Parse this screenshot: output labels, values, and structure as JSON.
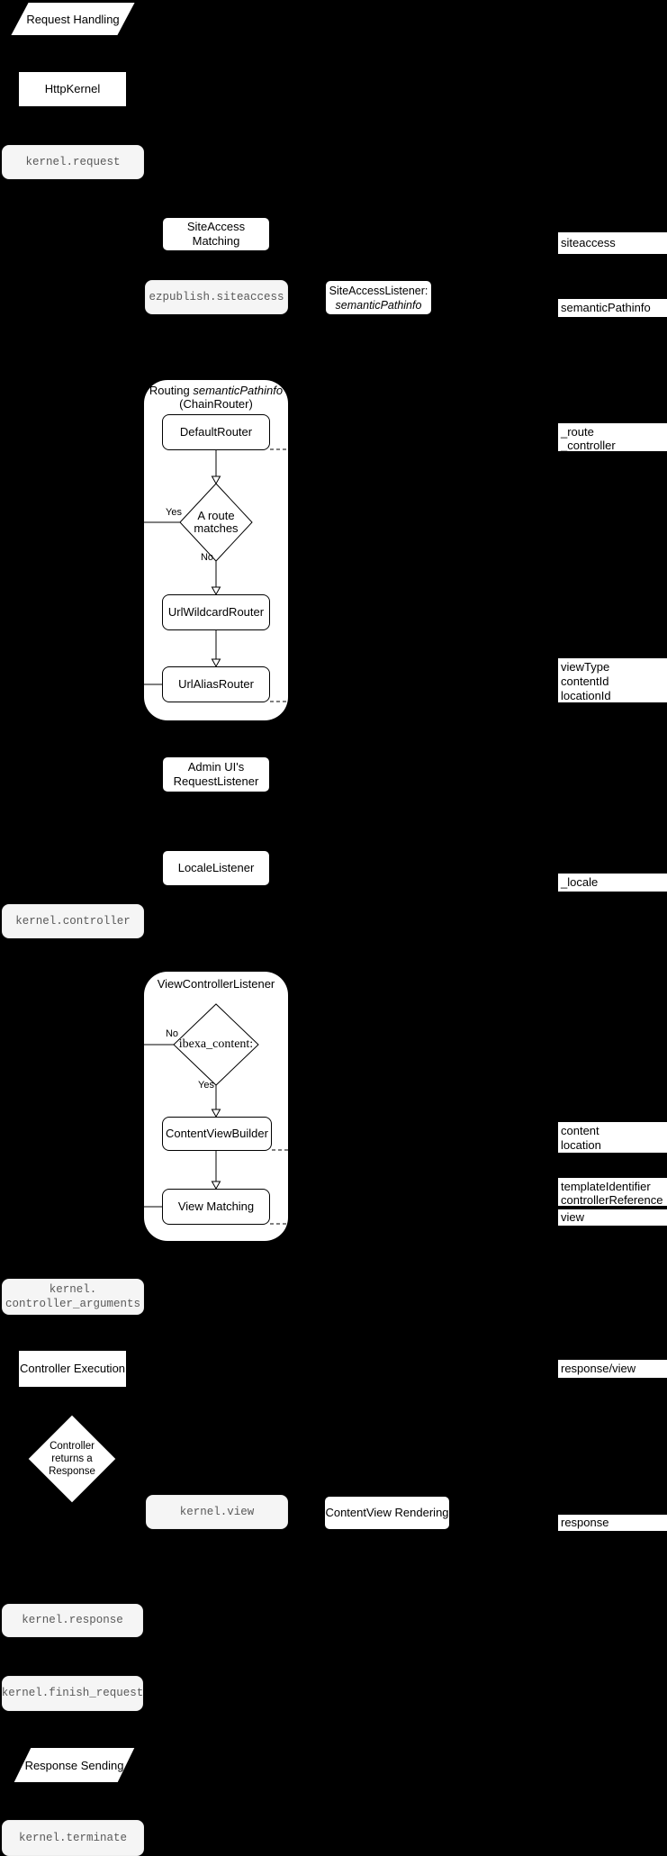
{
  "diagram": {
    "background": "#000000",
    "palette": {
      "event_fill": "#f5f5f5",
      "event_text": "#595959",
      "shape_fill": "#ffffff",
      "shape_stroke": "#000000"
    },
    "start": {
      "request_handling": "Request Handling"
    },
    "main": {
      "http_kernel": "HttpKernel",
      "kernel_request": "kernel.request",
      "siteaccess_matching": "SiteAccess Matching",
      "ezpublish_siteaccess": "ezpublish.siteaccess",
      "siteaccess_listener": {
        "line1": "SiteAccessListener:",
        "line2": "semanticPathinfo"
      },
      "admin_ui_listener": {
        "line1": "Admin UI's",
        "line2": "RequestListener"
      },
      "locale_listener": "LocaleListener",
      "kernel_controller": "kernel.controller",
      "kernel_controller_arguments": {
        "line1": "kernel.",
        "line2": "controller_arguments"
      },
      "controller_execution": "Controller Execution",
      "controller_returns_response": {
        "line1": "Controller",
        "line2": "returns a",
        "line3": "Response"
      },
      "kernel_view": "kernel.view",
      "content_view_rendering": "ContentView Rendering",
      "kernel_response": "kernel.response",
      "kernel_finish_request": "kernel.finish_request",
      "response_sending": "Response Sending",
      "kernel_terminate": "kernel.terminate"
    },
    "routing": {
      "title_prefix": "Routing ",
      "title_italic": "semanticPathinfo",
      "title_line2": "(ChainRouter)",
      "default_router": "DefaultRouter",
      "decision": {
        "line1": "A route",
        "line2": "matches",
        "yes": "Yes",
        "no": "No"
      },
      "url_wildcard_router": "UrlWildcardRouter",
      "url_alias_router": "UrlAliasRouter"
    },
    "view_controller": {
      "title": "ViewControllerListener",
      "decision": {
        "label": "ibexa_content:",
        "yes": "Yes",
        "no": "No"
      },
      "content_view_builder": "ContentViewBuilder",
      "view_matching": "View Matching"
    },
    "annotations": {
      "siteaccess": "siteaccess",
      "semantic_pathinfo": "semanticPathinfo",
      "route": "_route",
      "controller": "_controller",
      "view_type": "viewType",
      "content_id": "contentId",
      "location_id": "locationId",
      "locale": "_locale",
      "content": "content",
      "location": "location",
      "template_identifier": "templateIdentifier",
      "controller_reference": "controllerReference",
      "view": "view",
      "response_view": "response/view",
      "response": "response"
    }
  }
}
